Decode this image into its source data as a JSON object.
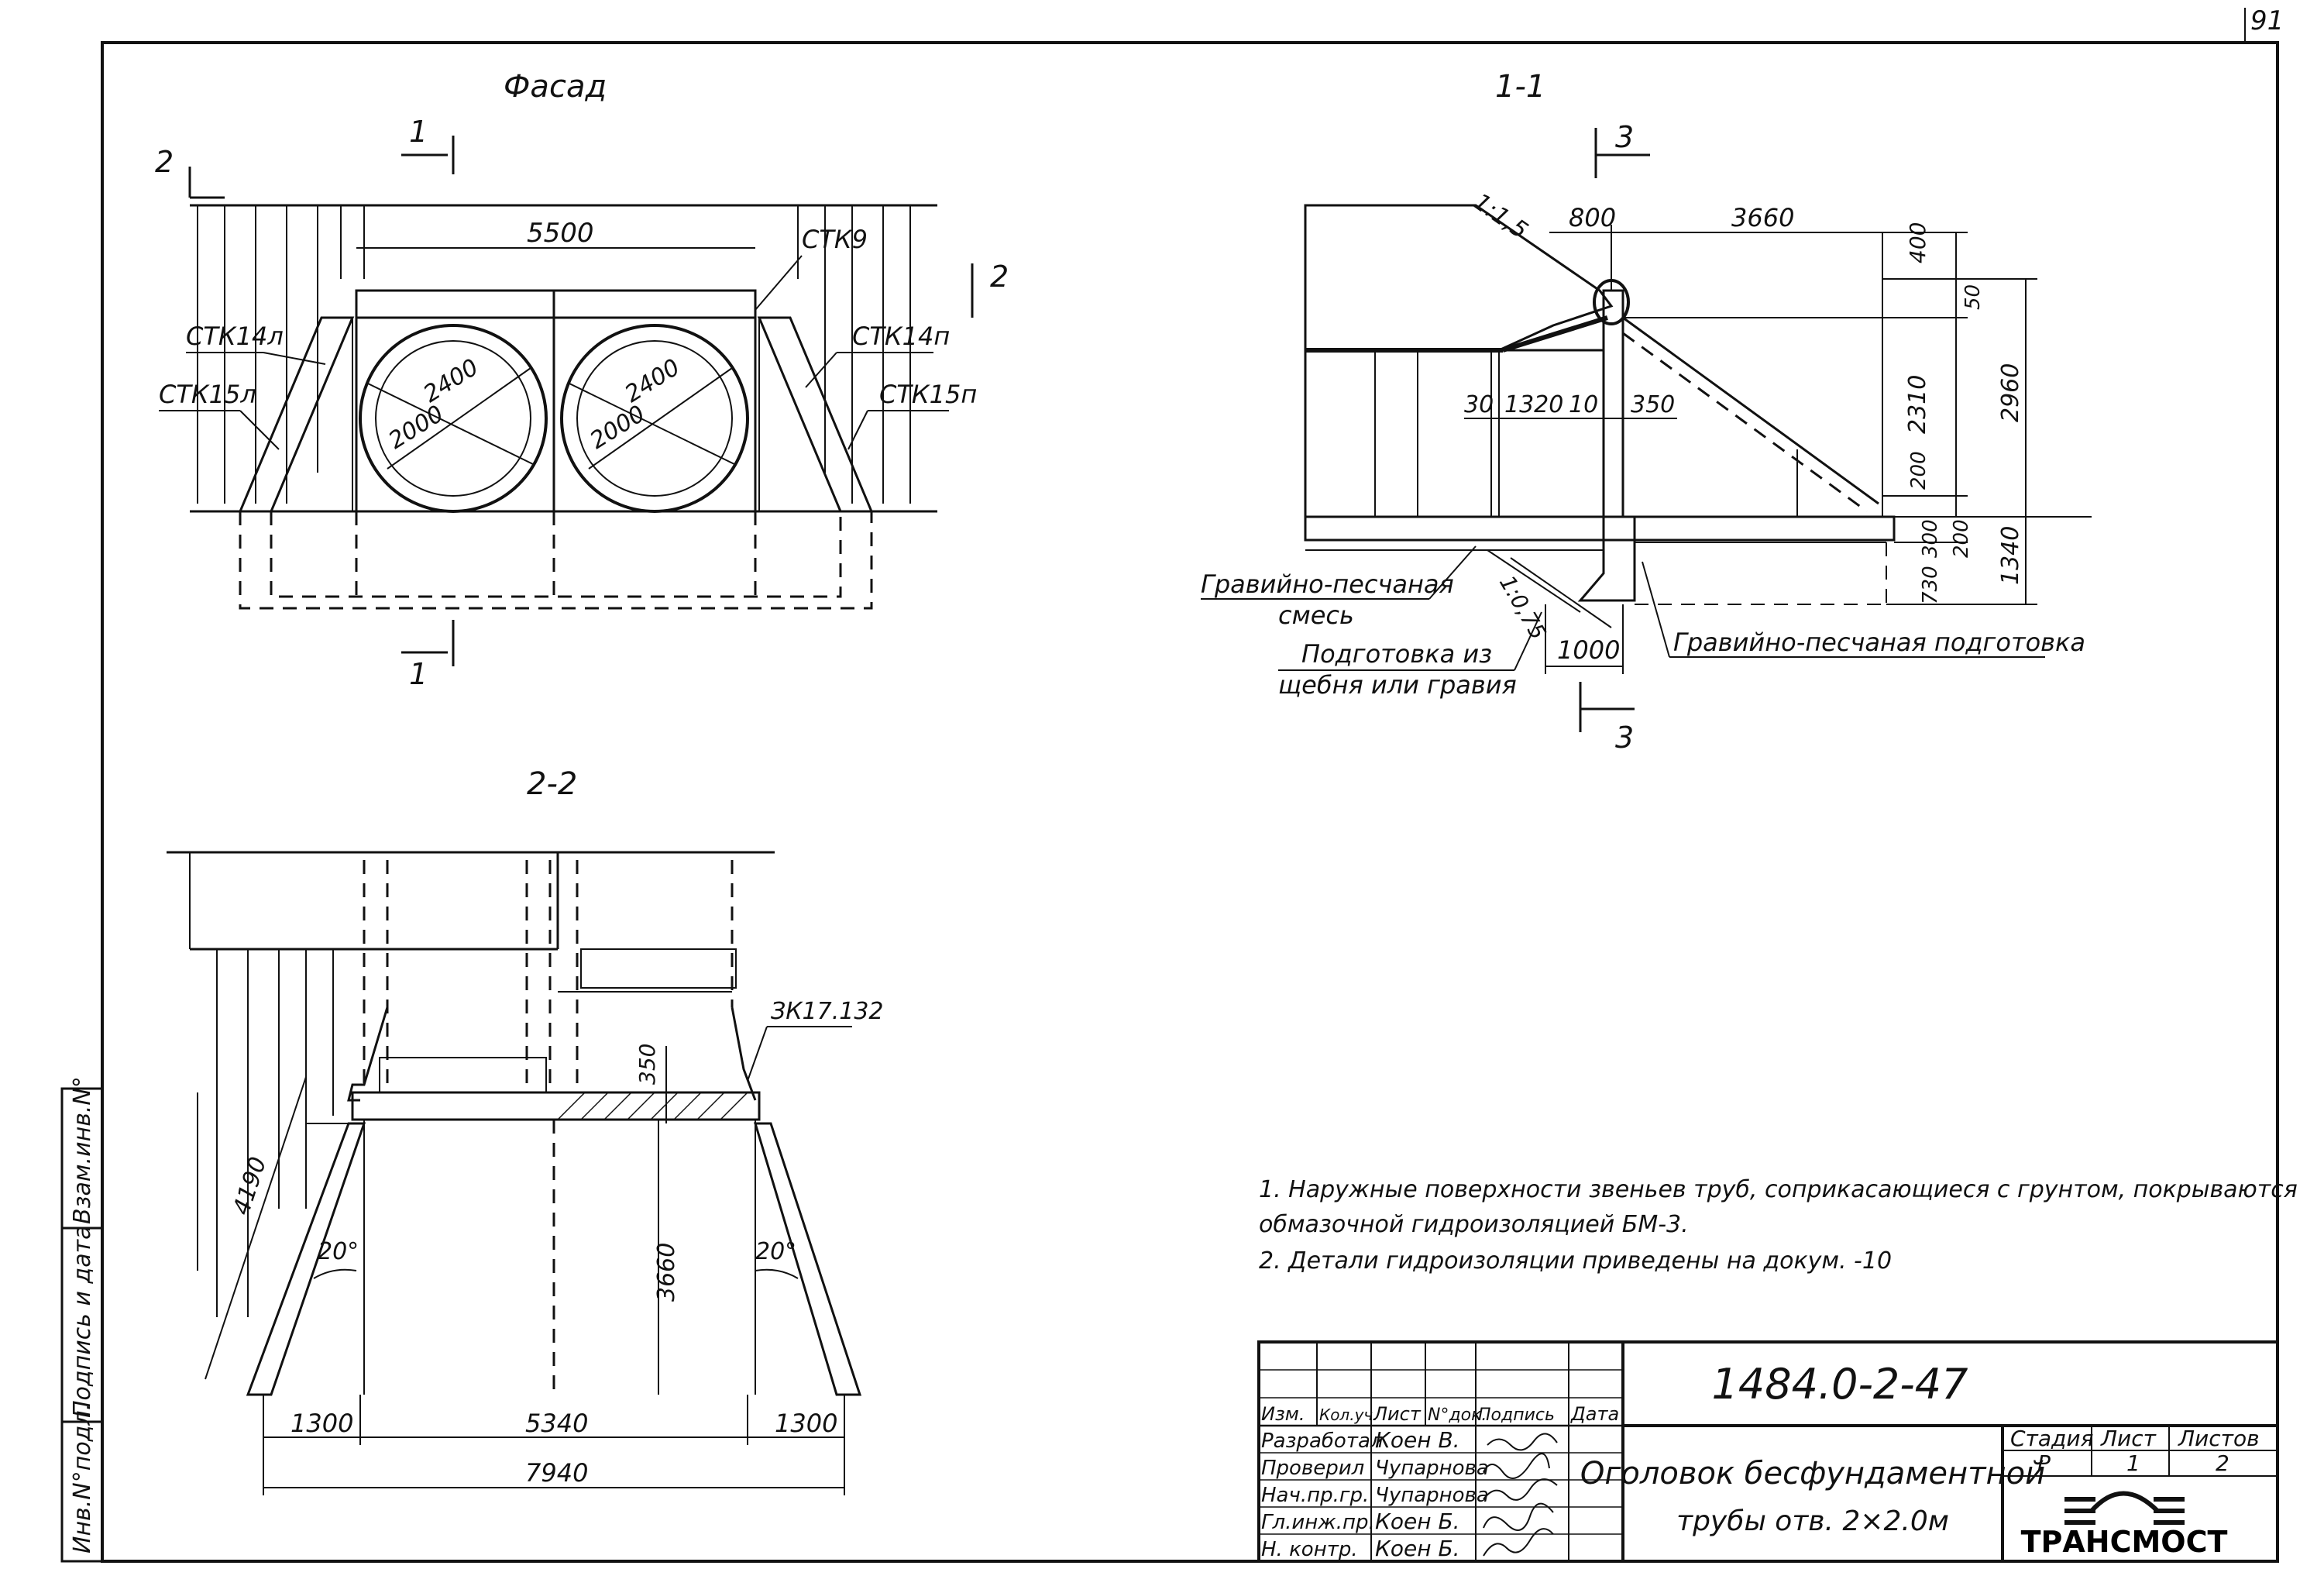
{
  "page_number": "91",
  "views": {
    "facade": {
      "title": "Фасад",
      "section_mark_1": "1",
      "section_mark_2": "2",
      "dim_top": "5500",
      "label_stk9": "СТК9",
      "label_stk14l": "СТК14л",
      "label_stk15l": "СТК15л",
      "label_stk14p": "СТК14п",
      "label_stk15p": "СТК15п",
      "pipe_outer": "2400",
      "pipe_inner": "2000"
    },
    "section_1_1": {
      "title": "1-1",
      "section_mark_3": "3",
      "slope_top": "1:1,5",
      "slope_bottom": "1:0,75",
      "dim_800": "800",
      "dim_3660": "3660",
      "dim_400": "400",
      "dim_50": "50",
      "dim_2310": "2310",
      "dim_2960": "2960",
      "dim_200_upper": "200",
      "dim_300": "300",
      "dim_200_lower": "200",
      "dim_730": "730",
      "dim_1340": "1340",
      "dim_30": "30",
      "dim_1320": "1320",
      "dim_10": "10",
      "dim_350": "350",
      "dim_1000": "1000",
      "label_gravel_mix_1": "Гравийно-песчаная",
      "label_gravel_mix_2": "смесь",
      "label_prep_1": "Подготовка из",
      "label_prep_2": "щебня или гравия",
      "label_gravel_prep": "Гравийно-песчаная подготовка"
    },
    "section_2_2": {
      "title": "2-2",
      "label_zk": "ЗК17.132",
      "dim_350": "350",
      "dim_4190": "4190",
      "dim_3660": "3660",
      "angle_left": "20°",
      "angle_right": "20°",
      "dim_1300_left": "1300",
      "dim_5340": "5340",
      "dim_1300_right": "1300",
      "dim_7940": "7940"
    }
  },
  "notes": [
    "1. Наружные поверхности звеньев труб, соприкасающиеся с грунтом, покрываются",
    "обмазочной гидроизоляцией БМ-3.",
    "2. Детали гидроизоляции приведены на докум. -10"
  ],
  "side_stamp": {
    "inv_podl": "Инв.N°подл.",
    "podpis": "Подпись и дата",
    "vzam": "Взам.инв.N°"
  },
  "title_block": {
    "doc_code": "1484.0-2-47",
    "title_line1": "Оголовок бесфундаментной",
    "title_line2": "трубы отв. 2×2.0м",
    "headers": [
      "Изм.",
      "Кол.уч.",
      "Лист",
      "N°док.",
      "Подпись",
      "Дата"
    ],
    "roles": [
      {
        "role": "Разработал",
        "name": "Коен В."
      },
      {
        "role": "Проверил",
        "name": "Чупарнова"
      },
      {
        "role": "Нач.пр.гр.",
        "name": "Чупарнова"
      },
      {
        "role": "Гл.инж.пр.",
        "name": "Коен Б."
      },
      {
        "role": "Н. контр.",
        "name": "Коен Б."
      }
    ],
    "stage_label": "Стадия",
    "sheet_label": "Лист",
    "sheets_label": "Листов",
    "stage_value": "Р",
    "sheet_value": "1",
    "sheets_value": "2",
    "logo_text": "ТРАНСМОСТ"
  }
}
